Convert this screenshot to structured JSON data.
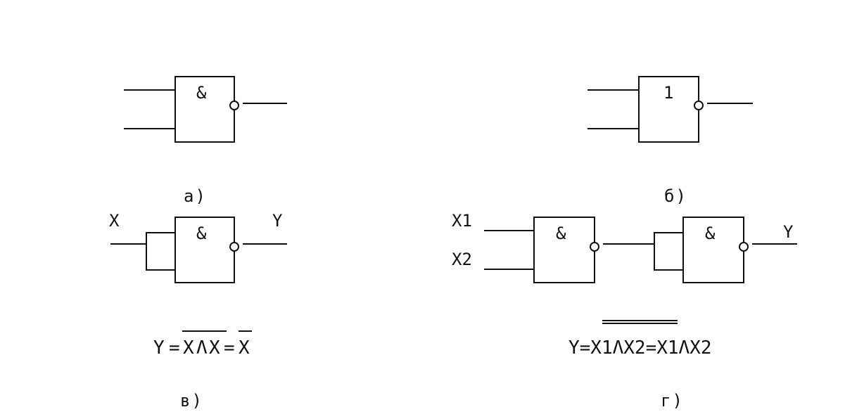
{
  "gate_symbols": {
    "and": "&",
    "or": "1"
  },
  "captions": {
    "a": "а)",
    "b": "б)",
    "v": "в)",
    "g": "г)"
  },
  "diagram_v": {
    "input_label": "X",
    "output_label": "Y",
    "formula": {
      "y": "Y",
      "eq1": "=",
      "lhs_x1": "X",
      "op": "Λ",
      "lhs_x2": "X",
      "eq2": "=",
      "rhs_x": "X"
    }
  },
  "diagram_g": {
    "input1_label": "X1",
    "input2_label": "X2",
    "output_label": "Y",
    "formula": {
      "text": "Y=X1ΛX2=X1ΛX2"
    }
  }
}
